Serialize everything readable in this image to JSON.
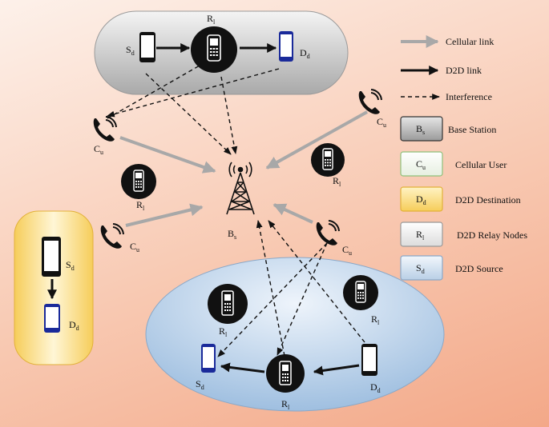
{
  "legend": {
    "cellular_link": "Cellular link",
    "d2d_link": "D2D link",
    "interference": "Interference",
    "base_station_box": "B",
    "base_station_box_sub": "s",
    "base_station": "Base Station",
    "cellular_user_box": "C",
    "cellular_user_box_sub": "u",
    "cellular_user": "Cellular User",
    "d2d_destination_box": "D",
    "d2d_destination_box_sub": "d",
    "d2d_destination": "D2D Destination",
    "relay_box": "R",
    "relay_box_sub": "l",
    "relay_nodes": "D2D Relay Nodes",
    "source_box": "S",
    "source_box_sub": "d",
    "source": "D2D Source"
  },
  "labels": {
    "S": "S",
    "S_sub": "d",
    "R": "R",
    "R_sub": "l",
    "D": "D",
    "D_sub": "d",
    "C": "C",
    "C_sub": "u",
    "B": "B",
    "B_sub": "s"
  },
  "colors": {
    "background_light": "#fdf1ea",
    "background_dark": "#f3a888",
    "top_cluster": "#c8c8c8",
    "bottom_cluster": "#b9cfe6",
    "left_cluster": "#f7d56a",
    "cellular_link": "#a8a8a8",
    "d2d_link": "#111111",
    "destination_phone": "#1a2a9a"
  }
}
